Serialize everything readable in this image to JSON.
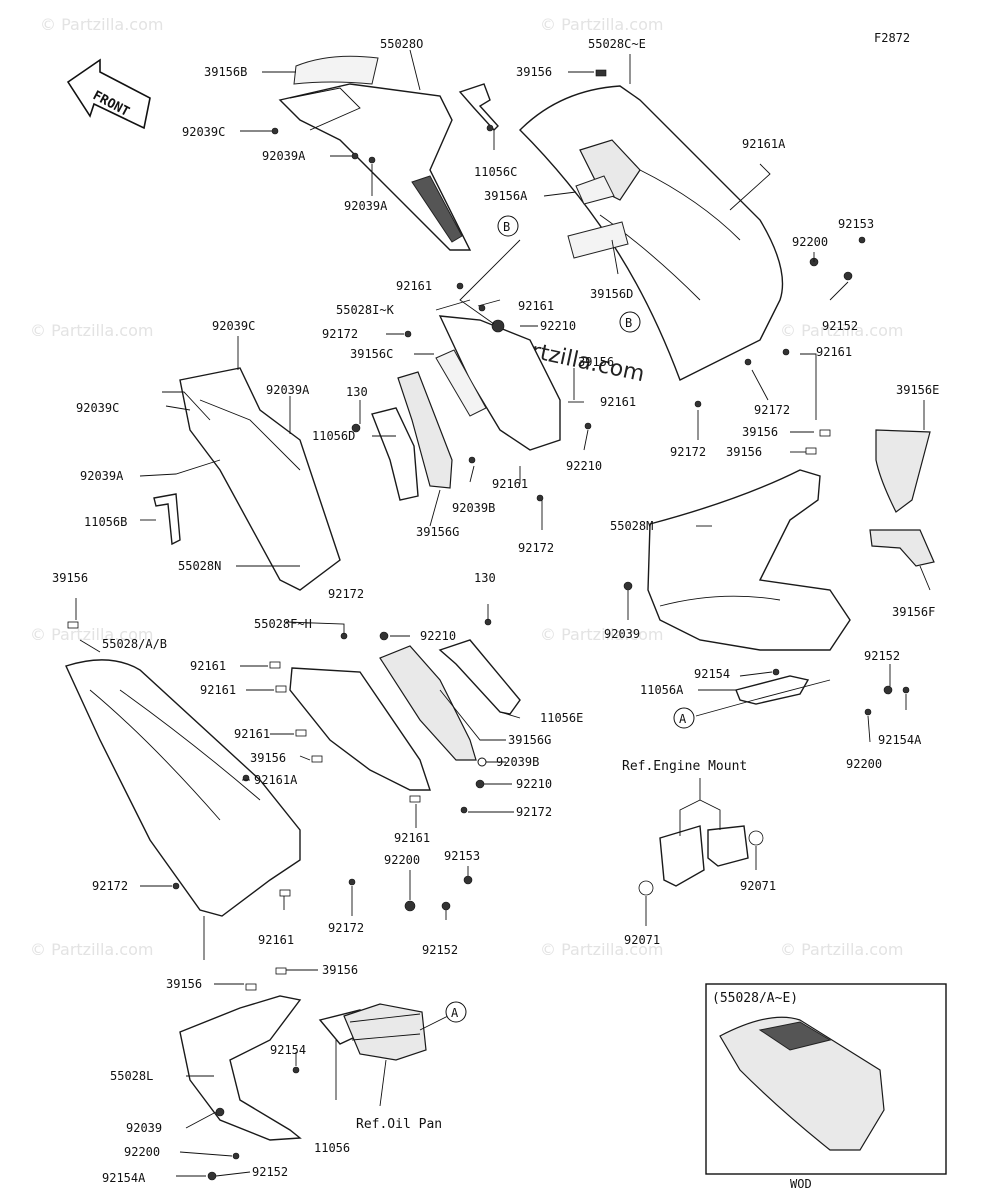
{
  "diagram_id": "F2872",
  "front_arrow": "FRONT",
  "watermark": "© Partzilla.com",
  "center_watermark": "Partzilla.com",
  "callouts": {
    "a": "A",
    "b": "B"
  },
  "references": {
    "engine_mount": "Ref.Engine Mount",
    "oil_pan": "Ref.Oil Pan"
  },
  "inset": {
    "title": "(55028/A~E)",
    "caption": "WOD"
  },
  "parts": {
    "p39156B": "39156B",
    "p55028O": "55028O",
    "p55028CE": "55028C~E",
    "p39156_top": "39156",
    "p92039C_a": "92039C",
    "p92039A_a": "92039A",
    "p92039A_b": "92039A",
    "p11056C": "11056C",
    "p39156A": "39156A",
    "p92161A_top": "92161A",
    "p92153_r": "92153",
    "p92200_r": "92200",
    "p92152_r": "92152",
    "p92161_a": "92161",
    "p39156D": "39156D",
    "p550281K": "55028I~K",
    "p92161_b": "92161",
    "p92172_a": "92172",
    "p92210_a": "92210",
    "p39156C": "39156C",
    "p39156_mid": "39156",
    "p92161_r": "92161",
    "p92039C_b": "92039C",
    "p92039A_c": "92039A",
    "p130_a": "130",
    "p92161_c": "92161",
    "p92039C_c": "92039C",
    "p92210_b": "92210",
    "p92172_b": "92172",
    "p11056D": "11056D",
    "p92039A_d": "92039A",
    "p92161_d": "92161",
    "p92039B_a": "92039B",
    "p39156E": "39156E",
    "p39156_r1": "39156",
    "p39156_r2": "39156",
    "p92172_c": "92172",
    "p11056B": "11056B",
    "p39156G_a": "39156G",
    "p92172_d": "92172",
    "p55028M": "55028M",
    "p55028N": "55028N",
    "p39156F": "39156F",
    "p39156_l": "39156",
    "p92039_r": "92039",
    "p92172_e": "92172",
    "p92210_c": "92210",
    "p130_b": "130",
    "p55028FH": "55028F~H",
    "p55028AB": "55028/A/B",
    "p92161_e": "92161",
    "p92161_f": "92161",
    "p11056E": "11056E",
    "p92154_r": "92154",
    "p92152_r2": "92152",
    "p11056A": "11056A",
    "p92161_g": "92161",
    "p39156G_b": "39156G",
    "p92154A_r": "92154A",
    "p39156_m2": "39156",
    "p92039B_b": "92039B",
    "p92200_r2": "92200",
    "p92161A_mid": "92161A",
    "p92210_d": "92210",
    "p92172_f": "92172",
    "p92161_h": "92161",
    "p92200_m": "92200",
    "p92153_m": "92153",
    "p92172_g": "92172",
    "p92071_a": "92071",
    "p92071_b": "92071",
    "p92152_m": "92152",
    "p92161_i": "92161",
    "p92172_h": "92172",
    "p39156_b1": "39156",
    "p39156_b2": "39156",
    "p92154_b": "92154",
    "p55028L": "55028L",
    "p92039_b": "92039",
    "p11056_b": "11056",
    "p92200_b": "92200",
    "p92152_b": "92152",
    "p92154A_b": "92154A"
  }
}
